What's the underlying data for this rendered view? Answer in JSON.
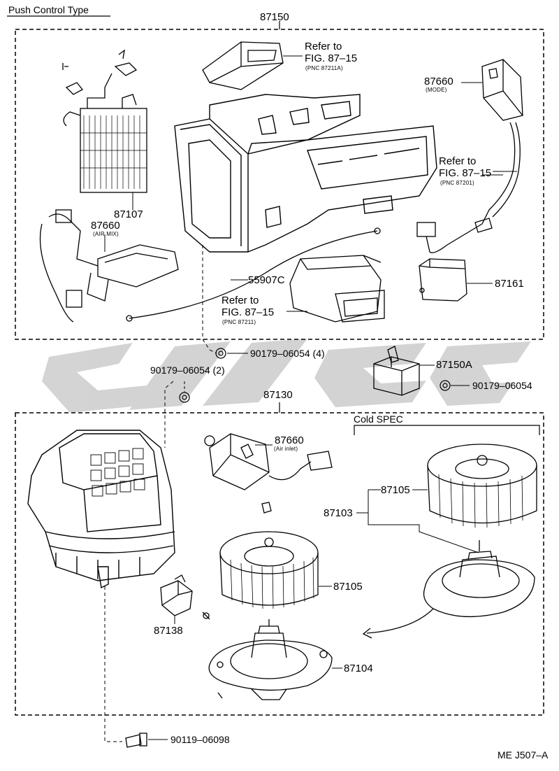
{
  "header": {
    "title": "Push Control Type"
  },
  "labels": {
    "p87150": "87150",
    "refer_top": "Refer to",
    "fig_top": "FIG. 87–15",
    "pnc_top": "(PNC 87211A)",
    "p87660_mode": "87660",
    "mode": "(MODE)",
    "refer_right": "Refer to",
    "fig_right": "FIG. 87–15",
    "pnc_right": "(PNC 87201)",
    "p87107": "87107",
    "p87660_airmix": "87660",
    "airmix": "(AIR MIX)",
    "p55907c": "55907C",
    "p87161": "87161",
    "refer_mid": "Refer to",
    "fig_mid": "FIG. 87–15",
    "pnc_mid": "(PNC 87211)",
    "screw_4": "90179–06054 (4)",
    "screw_2": "90179–06054 (2)",
    "p87150a": "87150A",
    "screw_1": "90179–06054",
    "p87130": "87130",
    "cold_spec": "Cold SPEC",
    "p87660_inlet": "87660",
    "air_inlet": "(Air inlet)",
    "p87105_a": "87105",
    "p87103": "87103",
    "p87105_b": "87105",
    "p87138": "87138",
    "p87104": "87104",
    "bolt": "90119–06098",
    "ref_code": "ME J507–A"
  },
  "watermark": {
    "color": "#cfcfcf"
  },
  "line_color": "#000000"
}
